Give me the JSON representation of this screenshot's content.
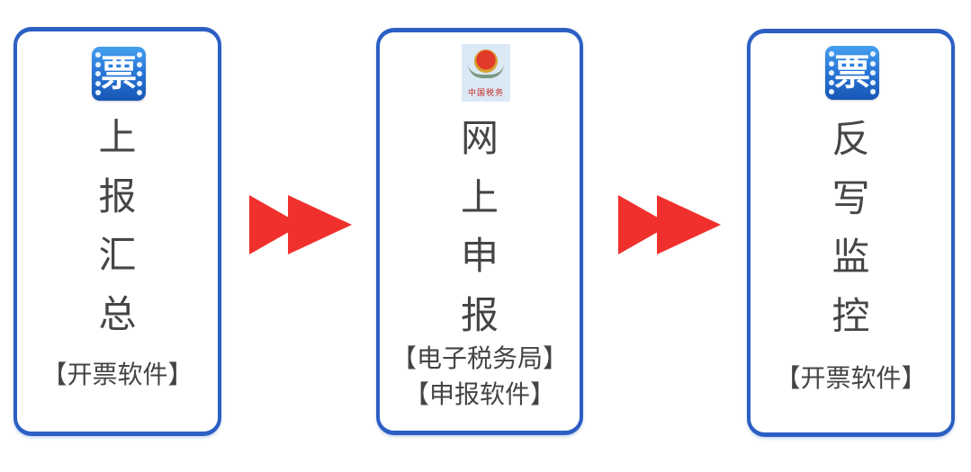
{
  "steps": [
    {
      "icon": "invoice-software-icon",
      "icon_glyph": "票",
      "title_chars": [
        "上",
        "报",
        "汇",
        "总"
      ],
      "title": "上报汇总",
      "subtitles": [
        "【开票软件】"
      ]
    },
    {
      "icon": "china-tax-emblem-icon",
      "icon_label": "中国税务",
      "title_chars": [
        "网",
        "上",
        "申",
        "报"
      ],
      "title": "网上申报",
      "subtitles": [
        "【电子税务局】",
        "【申报软件】"
      ]
    },
    {
      "icon": "invoice-software-icon",
      "icon_glyph": "票",
      "title_chars": [
        "反",
        "写",
        "监",
        "控"
      ],
      "title": "反写监控",
      "subtitles": [
        "【开票软件】"
      ]
    }
  ],
  "connectors": [
    {
      "icon": "double-arrow-right-icon",
      "color": "#f0302c"
    },
    {
      "icon": "double-arrow-right-icon",
      "color": "#f0302c"
    }
  ],
  "colors": {
    "card_border": "#2c5fc4",
    "text": "#444444",
    "arrow": "#f0302c",
    "icon_blue": "#2a78d8"
  }
}
